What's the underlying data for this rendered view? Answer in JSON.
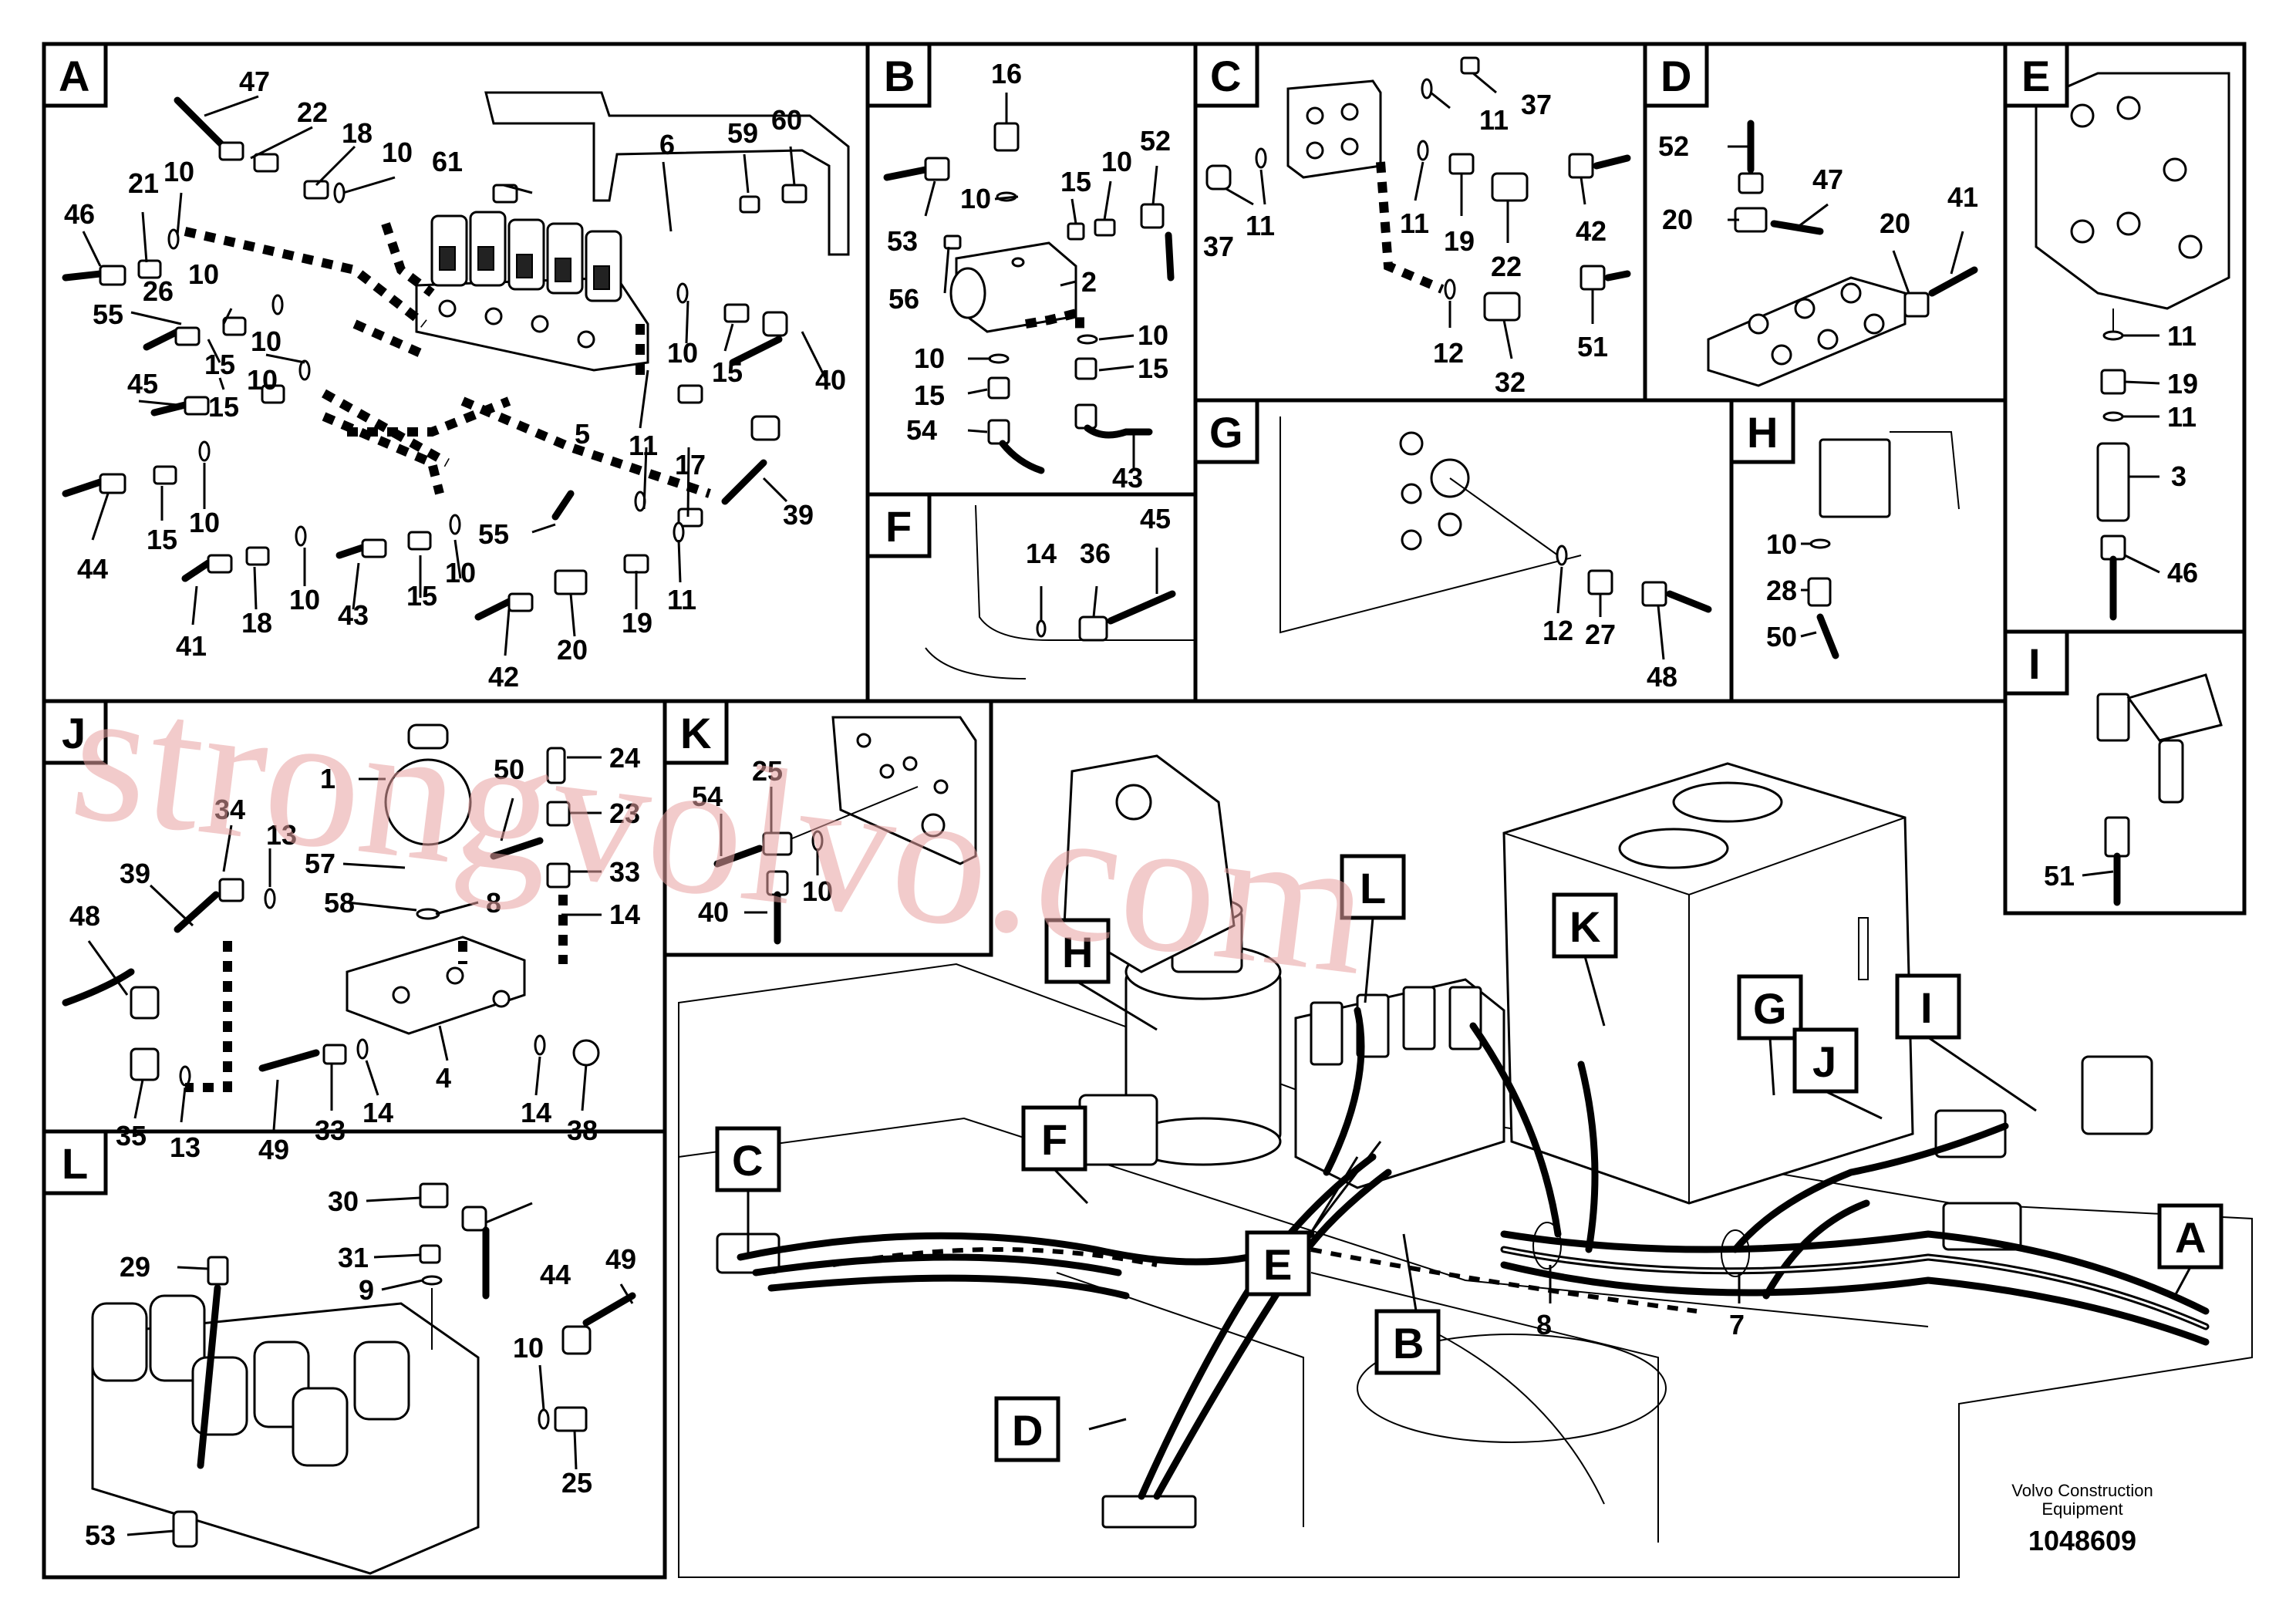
{
  "panels": {
    "A": {
      "tag": "A",
      "numbers": [
        "47",
        "22",
        "18",
        "10",
        "61",
        "6",
        "59",
        "60",
        "46",
        "21",
        "10",
        "55",
        "26",
        "10",
        "15",
        "10",
        "40",
        "45",
        "15",
        "10",
        "10",
        "15",
        "5",
        "11",
        "17",
        "39",
        "44",
        "15",
        "10",
        "55",
        "41",
        "18",
        "10",
        "43",
        "15",
        "10",
        "42",
        "20",
        "19",
        "11"
      ]
    },
    "B": {
      "tag": "B",
      "numbers": [
        "16",
        "52",
        "10",
        "15",
        "10",
        "53",
        "56",
        "2",
        "10",
        "10",
        "15",
        "15",
        "54",
        "43"
      ]
    },
    "C": {
      "tag": "C",
      "numbers": [
        "37",
        "11",
        "37",
        "11",
        "11",
        "19",
        "22",
        "42",
        "12",
        "32",
        "51"
      ]
    },
    "D": {
      "tag": "D",
      "numbers": [
        "52",
        "20",
        "47",
        "20",
        "41"
      ]
    },
    "E": {
      "tag": "E",
      "numbers": [
        "11",
        "19",
        "11",
        "3",
        "46"
      ]
    },
    "F": {
      "tag": "F",
      "numbers": [
        "14",
        "36",
        "45"
      ]
    },
    "G": {
      "tag": "G",
      "numbers": [
        "12",
        "27",
        "48"
      ]
    },
    "H": {
      "tag": "H",
      "numbers": [
        "10",
        "28",
        "50"
      ]
    },
    "I": {
      "tag": "I",
      "numbers": [
        "51"
      ]
    },
    "J": {
      "tag": "J",
      "numbers": [
        "1",
        "50",
        "24",
        "23",
        "34",
        "13",
        "39",
        "57",
        "33",
        "48",
        "58",
        "8",
        "14",
        "35",
        "13",
        "4",
        "49",
        "33",
        "14",
        "14",
        "38"
      ]
    },
    "K": {
      "tag": "K",
      "numbers": [
        "25",
        "54",
        "10",
        "40"
      ]
    },
    "L": {
      "tag": "L",
      "numbers": [
        "30",
        "31",
        "9",
        "44",
        "29",
        "49",
        "10",
        "25",
        "53"
      ]
    }
  },
  "overview": {
    "callouts": [
      "H",
      "L",
      "K",
      "G",
      "J",
      "I",
      "F",
      "C",
      "E",
      "B",
      "A",
      "D"
    ],
    "numbers": [
      "8",
      "7"
    ]
  },
  "footer": {
    "brand": "Volvo Construction Equipment",
    "brand_line1": "Volvo Construction",
    "brand_line2": "Equipment",
    "doc_number": "1048609"
  },
  "watermark": "strongvolvo.com"
}
